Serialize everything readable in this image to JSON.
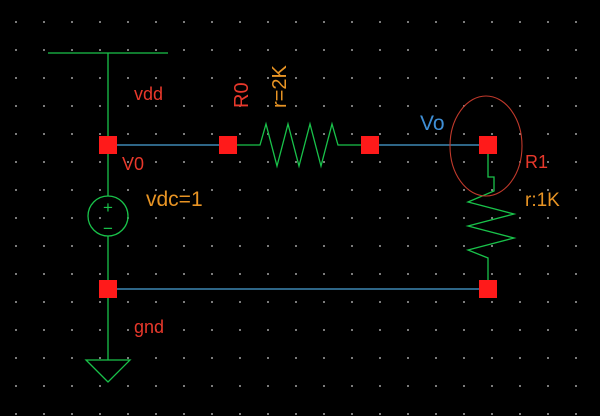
{
  "colors": {
    "background": "#000000",
    "grid_dot": "#9a9a9a",
    "wire": "#4aa3d8",
    "symbol": "#19c24a",
    "pin": "#ff1a1a",
    "instance_label": "#e8382b",
    "parameter_label": "#e89424",
    "net_label": "#e8382b",
    "probe_label": "#3f8fd6",
    "highlight_ring": "#c0392b"
  },
  "labels": {
    "vdd_net": "vdd",
    "gnd_net": "gnd",
    "source_instance": "V0",
    "source_param": "vdc=1",
    "r0_instance": "R0",
    "r0_param": "r=2K",
    "r1_instance": "R1",
    "r1_param": "r:1K",
    "output_net": "Vo"
  },
  "symbols": {
    "source_plus": "+",
    "source_minus": "−"
  }
}
